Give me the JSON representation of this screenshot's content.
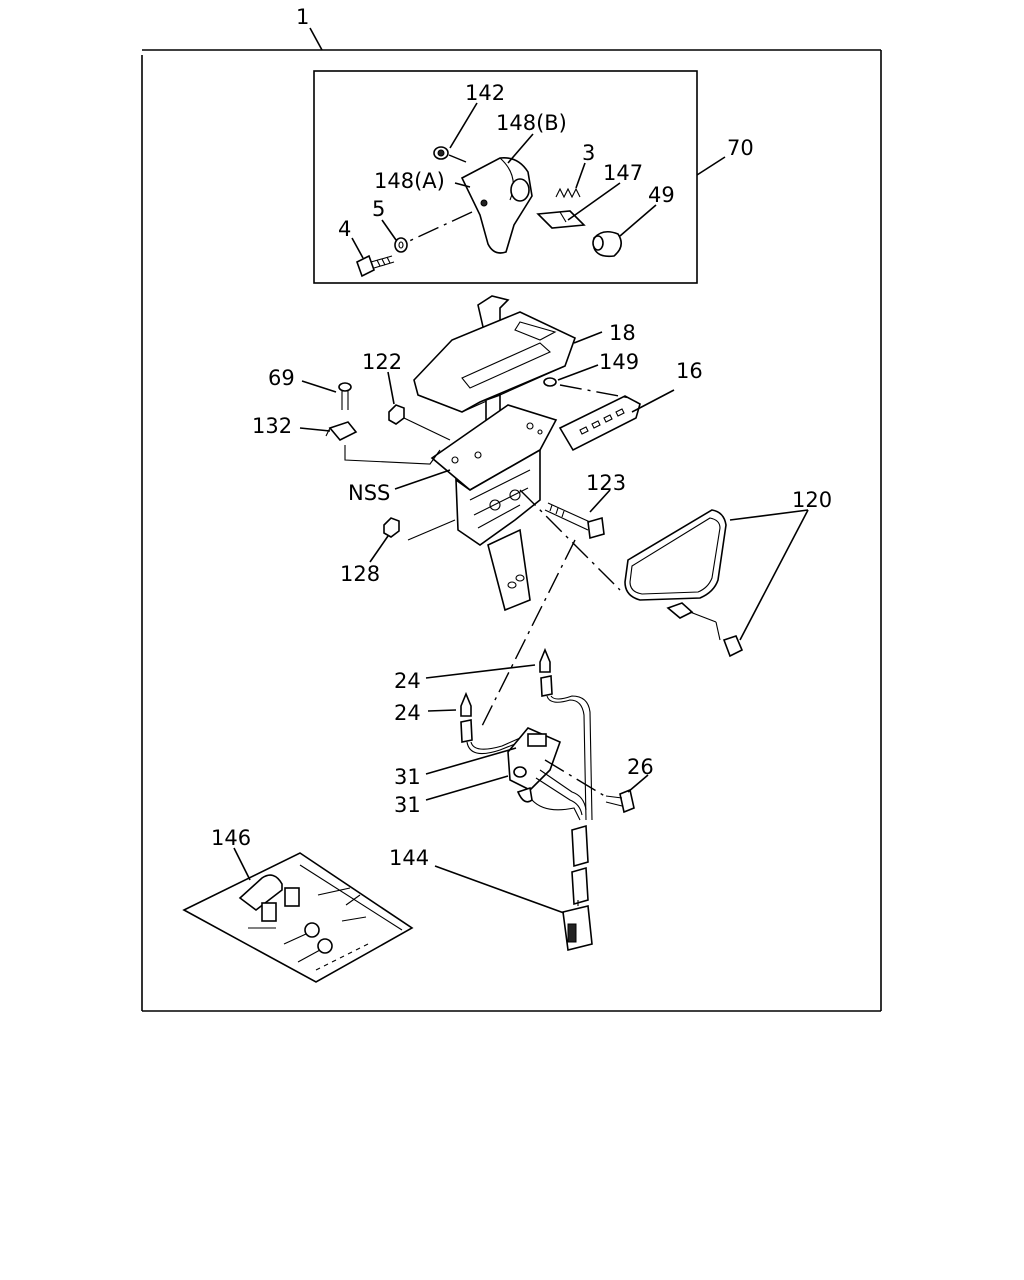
{
  "labels": {
    "l1": "1",
    "l70": "70",
    "l142": "142",
    "l148b": "148(B)",
    "l148a": "148(A)",
    "l3": "3",
    "l147": "147",
    "l49": "49",
    "l5": "5",
    "l4": "4",
    "l18": "18",
    "l69": "69",
    "l122": "122",
    "l149": "149",
    "l16": "16",
    "l132": "132",
    "lnss": "NSS",
    "l123": "123",
    "l120": "120",
    "l128": "128",
    "l24a": "24",
    "l24b": "24",
    "l31a": "31",
    "l31b": "31",
    "l26": "26",
    "l146": "146",
    "l144": "144"
  }
}
